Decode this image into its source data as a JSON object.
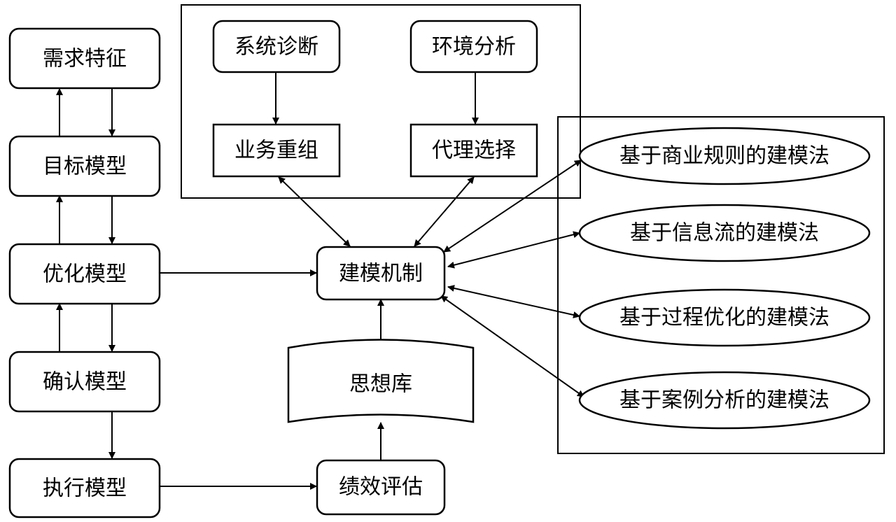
{
  "diagram": {
    "nodes": {
      "demand": "需求特征",
      "goal": "目标模型",
      "optimize": "优化模型",
      "confirm": "确认模型",
      "execute": "执行模型",
      "diagnosis": "系统诊断",
      "environment": "环境分析",
      "reorg": "业务重组",
      "agent": "代理选择",
      "mechanism": "建模机制",
      "thinktank": "思想库",
      "performance": "绩效评估",
      "method1": "基于商业规则的建模法",
      "method2": "基于信息流的建模法",
      "method3": "基于过程优化的建模法",
      "method4": "基于案例分析的建模法"
    },
    "edges": [
      {
        "from": "demand",
        "to": "goal"
      },
      {
        "from": "goal",
        "to": "demand"
      },
      {
        "from": "goal",
        "to": "optimize"
      },
      {
        "from": "optimize",
        "to": "goal"
      },
      {
        "from": "optimize",
        "to": "confirm"
      },
      {
        "from": "confirm",
        "to": "optimize"
      },
      {
        "from": "confirm",
        "to": "execute"
      },
      {
        "from": "optimize",
        "to": "mechanism"
      },
      {
        "from": "execute",
        "to": "performance"
      },
      {
        "from": "performance",
        "to": "thinktank"
      },
      {
        "from": "thinktank",
        "to": "mechanism"
      },
      {
        "from": "diagnosis",
        "to": "reorg"
      },
      {
        "from": "environment",
        "to": "agent"
      },
      {
        "from": "reorg",
        "to": "mechanism",
        "bidirectional": true
      },
      {
        "from": "agent",
        "to": "mechanism",
        "bidirectional": true
      },
      {
        "from": "mechanism",
        "to": "method1",
        "bidirectional": true
      },
      {
        "from": "mechanism",
        "to": "method2",
        "bidirectional": true
      },
      {
        "from": "mechanism",
        "to": "method3",
        "bidirectional": true
      },
      {
        "from": "mechanism",
        "to": "method4",
        "bidirectional": true
      }
    ]
  }
}
